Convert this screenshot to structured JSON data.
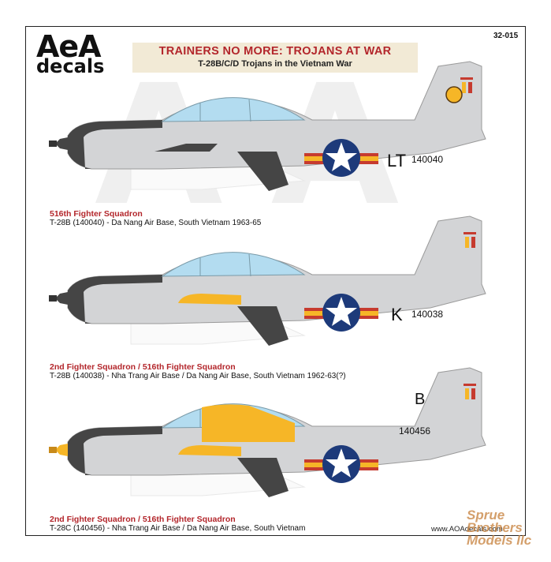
{
  "logo": {
    "top": "AeA",
    "bottom": "decals"
  },
  "sheet_number": "32-015",
  "header": {
    "title": "TRAINERS NO MORE: TROJANS AT WAR",
    "subtitle": "T-28B/C/D Trojans in the Vietnam War"
  },
  "colors": {
    "title_red": "#b3262b",
    "aircraft_grey": "#d3d4d6",
    "canopy_blue": "#b3dcf0",
    "anti_glare": "#454545",
    "yellow": "#f6b627",
    "roundel_blue": "#1d3a7a"
  },
  "aircraft": [
    {
      "code": "LT",
      "serial": "140040",
      "heading": "516th Fighter Squadron",
      "detail": "T-28B (140040) - Da Nang Air Base, South Vietnam 1963-65"
    },
    {
      "code": "K",
      "serial": "140038",
      "heading": "2nd Fighter Squadron / 516th Fighter Squadron",
      "detail": "T-28B (140038) - Nha Trang Air Base / Da Nang Air Base, South Vietnam 1962-63(?)"
    },
    {
      "code": "B",
      "serial": "140456",
      "heading": "2nd Fighter Squadron / 516th Fighter Squadron",
      "detail": "T-28C (140456) - Nha Trang Air Base / Da Nang Air Base, South Vietnam"
    }
  ],
  "website": "www.AOAdecals.com",
  "watermark_store": "Sprue Brothers Models llc"
}
